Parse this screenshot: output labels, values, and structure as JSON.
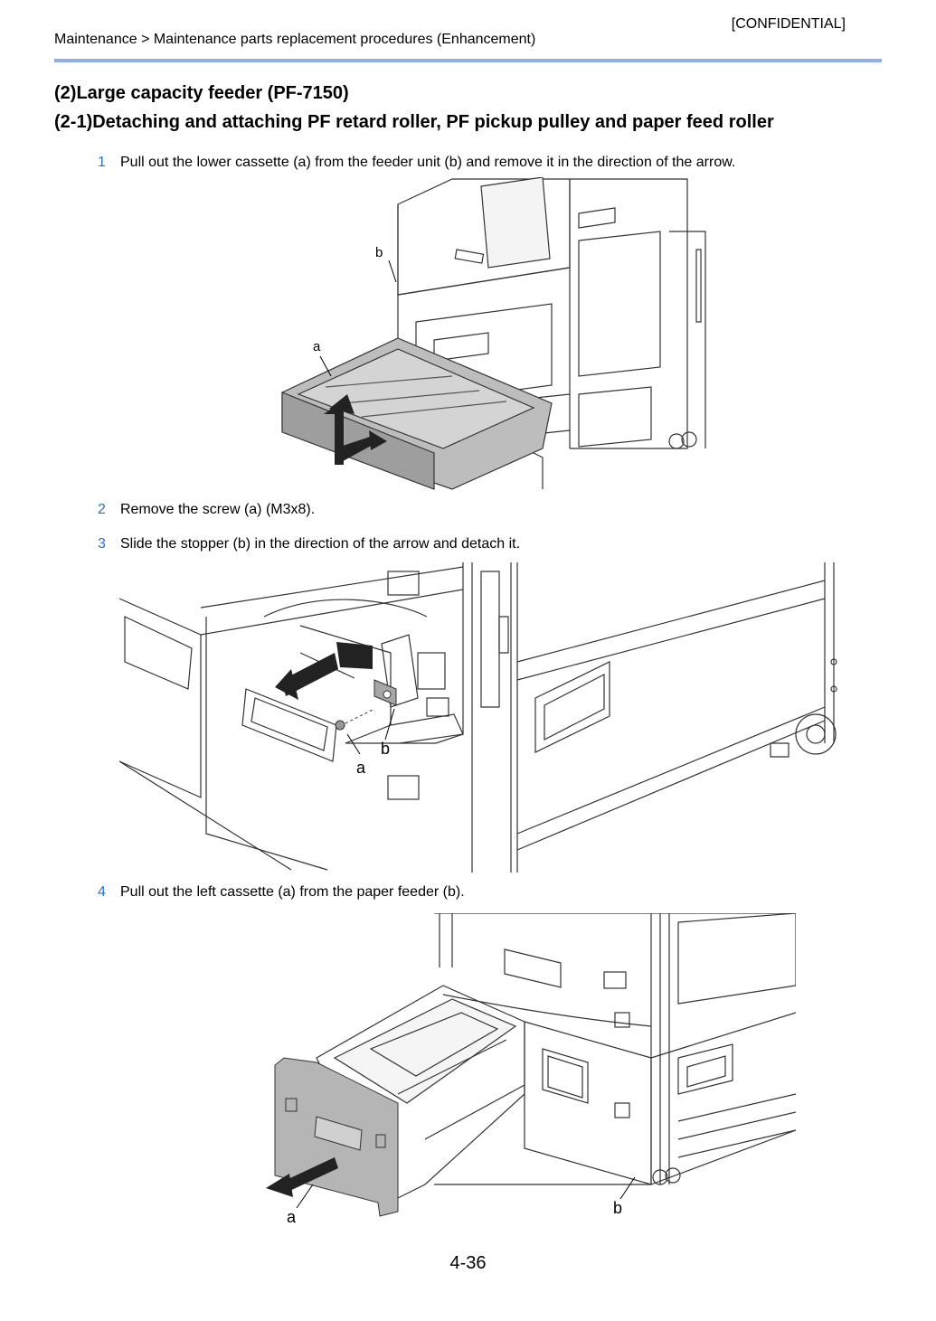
{
  "header": {
    "confidential": "[CONFIDENTIAL]",
    "breadcrumb": "Maintenance > Maintenance parts replacement procedures (Enhancement)"
  },
  "section_title": "(2)Large capacity feeder (PF-7150)",
  "subsection_title": "(2-1)Detaching and attaching PF retard roller, PF pickup pulley and paper feed roller",
  "steps": [
    {
      "num": "1",
      "text": "Pull out the lower cassette (a) from the feeder unit (b) and remove it in the direction of the arrow."
    },
    {
      "num": "2",
      "text": "Remove the screw (a) (M3x8)."
    },
    {
      "num": "3",
      "text": "Slide the stopper (b) in the direction of the arrow and detach it."
    },
    {
      "num": "4",
      "text": "Pull out the left cassette (a) from the paper feeder (b)."
    }
  ],
  "figures": {
    "fig1": {
      "label_a": "a",
      "label_b": "b"
    },
    "fig2": {
      "label_a": "a",
      "label_b": "b"
    },
    "fig3": {
      "label_a": "a",
      "label_b": "b"
    }
  },
  "page_number": "4-36"
}
